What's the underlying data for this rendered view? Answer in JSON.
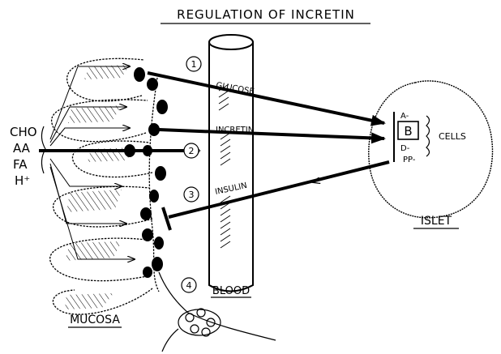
{
  "title": "REGULATION OF INCRETIN",
  "nutrients": [
    "CHO",
    "AA",
    "FA",
    "H⁺"
  ],
  "steps": [
    "1",
    "2",
    "3",
    "4"
  ],
  "vessel_labels": {
    "glucose": "GLUCOSE",
    "incretin": "INCRETIN",
    "insulin": "INSULIN",
    "blood": "BLOOD"
  },
  "islet": {
    "label": "ISLET",
    "cell_a": "A-",
    "cell_b": "B",
    "cell_d": "D-",
    "cell_pp": "PP-",
    "cells_label": "CELLS"
  },
  "mucosa_label": "MUCOSA",
  "colors": {
    "ink": "#000000",
    "background": "#ffffff"
  }
}
